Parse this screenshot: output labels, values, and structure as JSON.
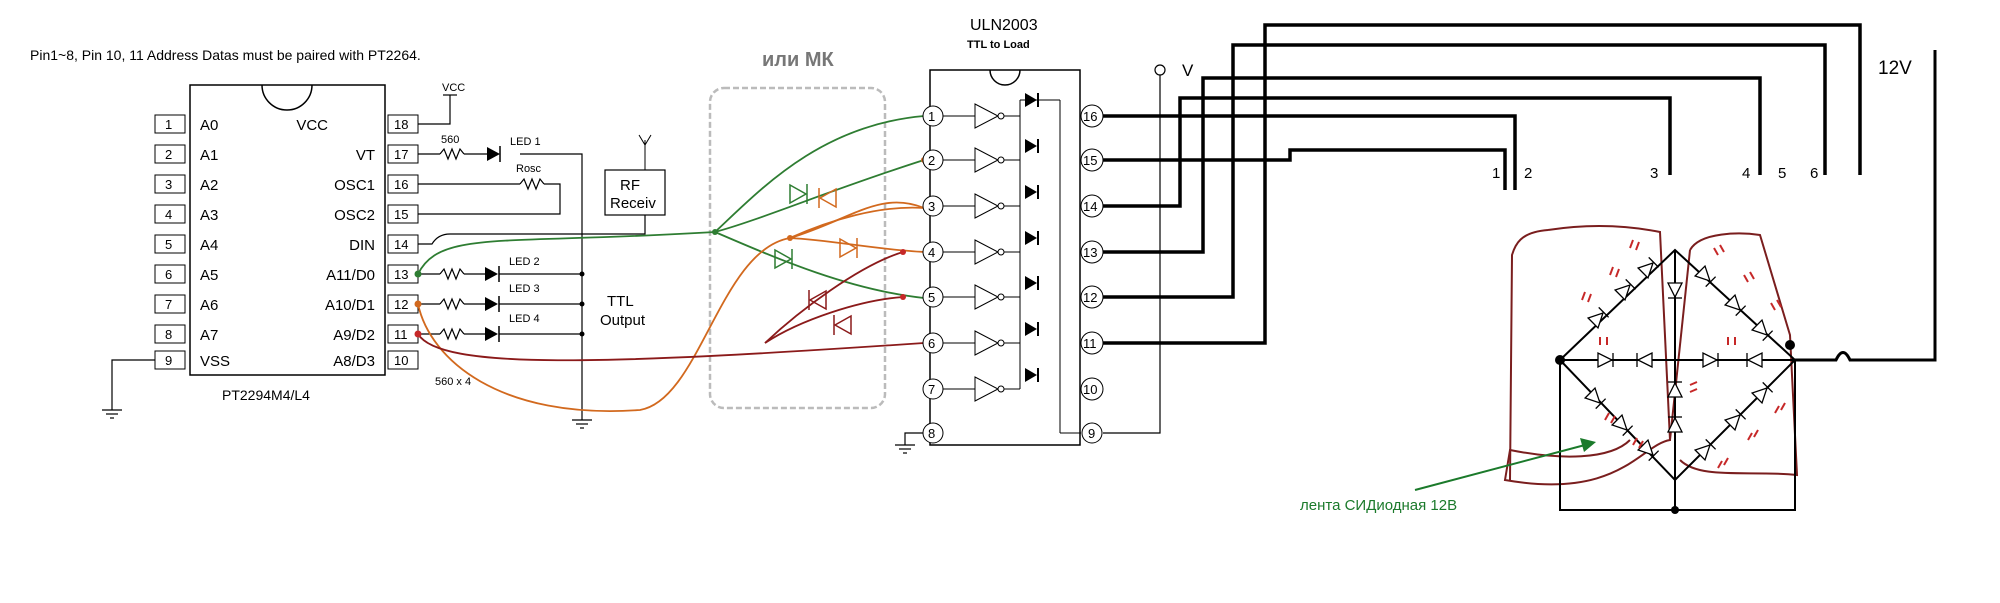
{
  "note": "Pin1~8, Pin 10, 11 Address Datas must be paired with PT2264.",
  "encoder": {
    "part": "PT2294M4/L4",
    "left_pins": [
      {
        "num": "1",
        "name": "A0"
      },
      {
        "num": "2",
        "name": "A1"
      },
      {
        "num": "3",
        "name": "A2"
      },
      {
        "num": "4",
        "name": "A3"
      },
      {
        "num": "5",
        "name": "A4"
      },
      {
        "num": "6",
        "name": "A5"
      },
      {
        "num": "7",
        "name": "A6"
      },
      {
        "num": "8",
        "name": "A7"
      },
      {
        "num": "9",
        "name": "VSS"
      }
    ],
    "right_pins": [
      {
        "num": "18",
        "name": "VCC"
      },
      {
        "num": "17",
        "name": "VT"
      },
      {
        "num": "16",
        "name": "OSC1"
      },
      {
        "num": "15",
        "name": "OSC2"
      },
      {
        "num": "14",
        "name": "DIN"
      },
      {
        "num": "13",
        "name": "A11/D0"
      },
      {
        "num": "12",
        "name": "A10/D1"
      },
      {
        "num": "11",
        "name": "A9/D2"
      },
      {
        "num": "10",
        "name": "A8/D3"
      }
    ]
  },
  "labels": {
    "vcc": "VCC",
    "r560": "560",
    "led1": "LED 1",
    "rosc": "Rosc",
    "led2": "LED 2",
    "led3": "LED 3",
    "led4": "LED 4",
    "r560x4": "560 x 4",
    "rf1": "RF",
    "rf2": "Receiv",
    "ttl1": "TTL",
    "ttl2": "Output",
    "mk": "или МК",
    "v": "V",
    "v12": "12V",
    "strip": "лента СИДиодная 12В"
  },
  "driver": {
    "title": "ULN2003",
    "subtitle": "TTL to Load",
    "left_pins": [
      "1",
      "2",
      "3",
      "4",
      "5",
      "6",
      "7",
      "8"
    ],
    "right_pins": [
      "16",
      "15",
      "14",
      "13",
      "12",
      "11",
      "10",
      "9"
    ]
  },
  "channels": [
    "1",
    "2",
    "3",
    "4",
    "5",
    "6"
  ],
  "colors": {
    "green": "#2e7d32",
    "orange": "#d2691e",
    "darkred": "#8b1a1a",
    "led_dash": "#c62828",
    "mk_box": "#bbbbbb",
    "strip_arrow": "#1b7a2b"
  }
}
